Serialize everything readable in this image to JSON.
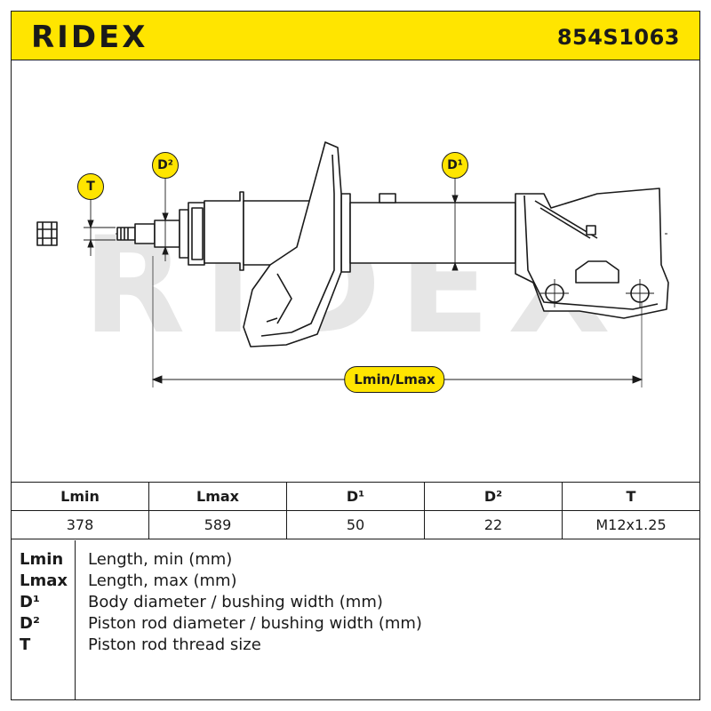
{
  "header": {
    "brand": "RIDEX",
    "part_number": "854S1063",
    "accent_color": "#ffe500"
  },
  "watermark": "RIDEX",
  "drawing": {
    "labels": {
      "t": "T",
      "d2": "D²",
      "d1": "D¹",
      "length": "Lmin/Lmax"
    }
  },
  "spec_table": {
    "headers": [
      "Lmin",
      "Lmax",
      "D¹",
      "D²",
      "T"
    ],
    "values": [
      "378",
      "589",
      "50",
      "22",
      "M12x1.25"
    ]
  },
  "legend": [
    {
      "key": "Lmin",
      "desc": "Length, min (mm)"
    },
    {
      "key": "Lmax",
      "desc": "Length, max (mm)"
    },
    {
      "key": "D¹",
      "desc": "Body diameter / bushing width (mm)"
    },
    {
      "key": "D²",
      "desc": "Piston rod diameter / bushing width (mm)"
    },
    {
      "key": "T",
      "desc": "Piston rod thread size"
    }
  ]
}
